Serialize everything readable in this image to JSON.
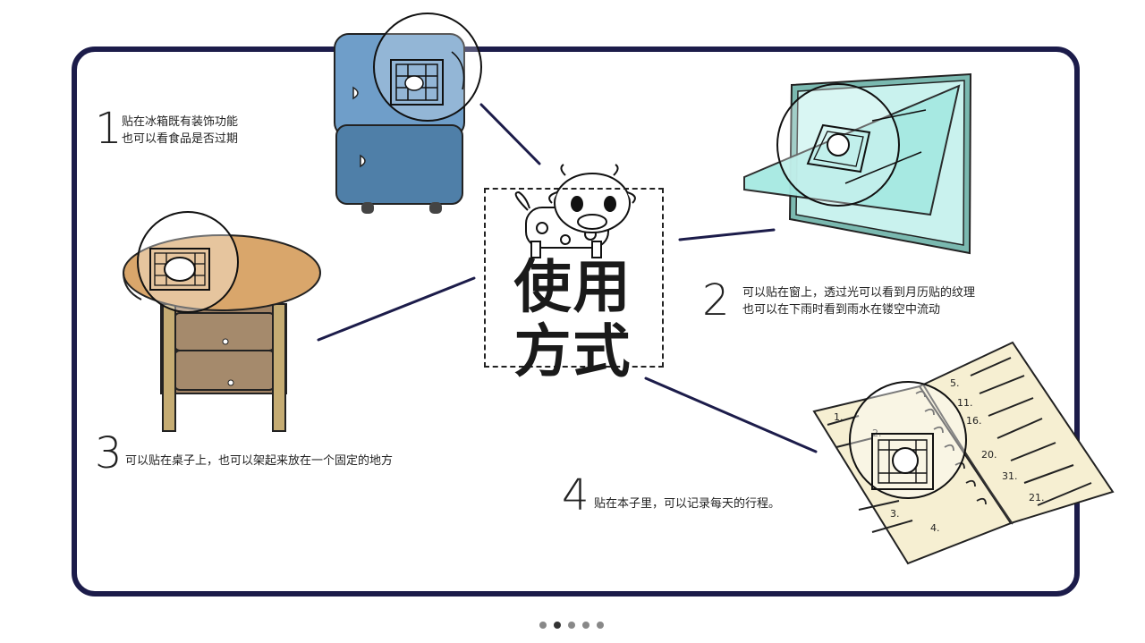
{
  "title": {
    "line1": "使用",
    "line2": "方式"
  },
  "items": [
    {
      "number": "1",
      "text": [
        "贴在冰箱既有装饰功能",
        "也可以看食品是否过期"
      ]
    },
    {
      "number": "2",
      "text": [
        "可以贴在窗上，透过光可以看到月历贴的纹理",
        "也可以在下雨时看到雨水在镂空中流动"
      ]
    },
    {
      "number": "3",
      "text": [
        "可以贴在桌子上，也可以架起来放在一个固定的地方"
      ]
    },
    {
      "number": "4",
      "text": [
        "贴在本子里，可以记录每天的行程。"
      ]
    }
  ],
  "notebook_marks": [
    "1.",
    "2.",
    "3.",
    "4.",
    "5.",
    "11.",
    "16.",
    "20.",
    "31.",
    "21."
  ],
  "pagination": {
    "count": 5,
    "active_index": 1
  },
  "colors": {
    "frame": "#1c1c4a",
    "fridge": "#5f8fbb",
    "window_glass": "#b8ece6",
    "table_top": "#d9a66b",
    "notebook": "#f6efd2"
  }
}
